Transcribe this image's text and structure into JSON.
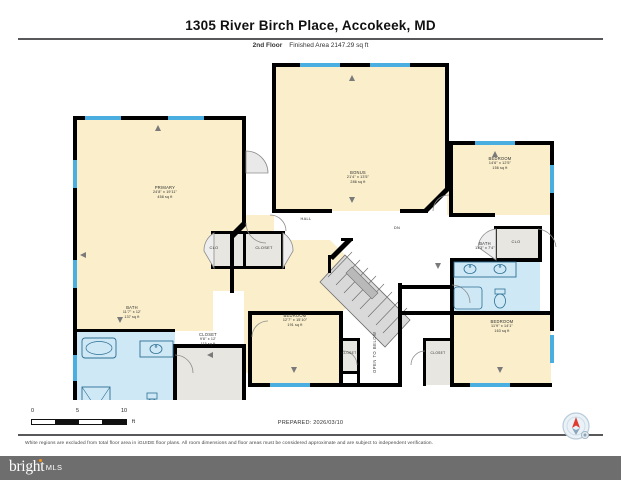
{
  "header": {
    "title": "1305 River Birch Place, Accokeek, MD",
    "floor": "2nd Floor",
    "area": "Finished Area 2147.29 sq ft"
  },
  "rooms": [
    {
      "key": "bonus",
      "name": "BONUS",
      "dim": "21'4\" x 13'5\"",
      "sqft": "286 sq ft"
    },
    {
      "key": "primary",
      "name": "PRIMARY",
      "dim": "24'8\" x 19'11\"",
      "sqft": "458 sq ft"
    },
    {
      "key": "bed_ne",
      "name": "BEDROOM",
      "dim": "14'6\" x 12'5\"",
      "sqft": "156 sq ft"
    },
    {
      "key": "bath_ne",
      "name": "BATH",
      "dim": "11'3\" x 7'4\"",
      "sqft": ""
    },
    {
      "key": "bed_se",
      "name": "BEDROOM",
      "dim": "11'9\" x 14'1\"",
      "sqft": "163 sq ft"
    },
    {
      "key": "bed_c",
      "name": "BEDROOM",
      "dim": "12'7\" x 15'10\"",
      "sqft": "191 sq ft"
    },
    {
      "key": "bath_w",
      "name": "BATH",
      "dim": "11'7\" x 12'",
      "sqft": "137 sq ft"
    },
    {
      "key": "closet_w",
      "name": "CLOSET",
      "dim": "9'8\" x 12'",
      "sqft": "115 sq ft"
    }
  ],
  "labels": {
    "hall": "HALL",
    "dn": "DN",
    "open_to_below": "OPEN TO BELOW",
    "clo_hall": "CLO",
    "closet_hall": "CLOSET",
    "clo_ne": "CLO",
    "closet_c": "CLOSET",
    "closet_se": "CLOSET"
  },
  "scale": {
    "zero": "0",
    "mid": "5",
    "max": "10",
    "unit": "ft"
  },
  "prepared": "PREPARED: 2026/03/10",
  "disclaimer": "White regions are excluded from total floor area in iGUIDE floor plans. All room dimensions and floor areas must be considered approximate and are subject to independent verification.",
  "logo": {
    "word": "bright",
    "mls": "MLS"
  },
  "colors": {
    "room_fill": "#faeecb",
    "bath_fill": "#cfe8f5",
    "closet_fill": "#e8e6e0",
    "wall": "#000000",
    "window": "#4aaee0",
    "stairs": "#d9d9d9",
    "footer": "#6e6e6e",
    "accent": "#f7941e"
  }
}
